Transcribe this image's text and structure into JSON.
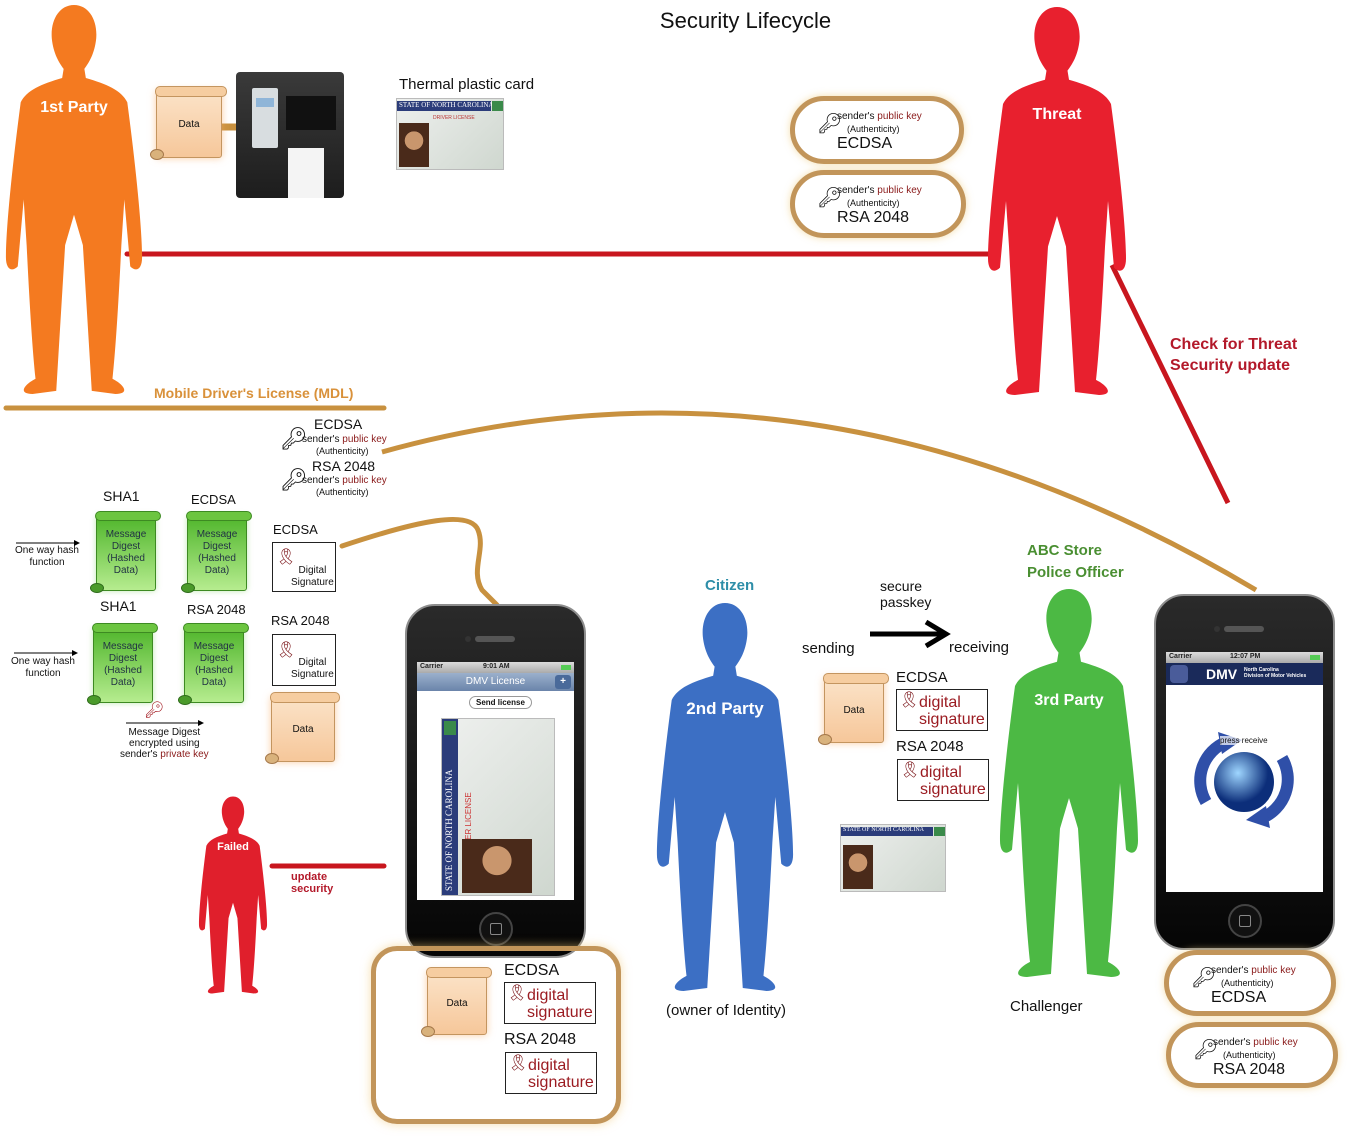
{
  "title": "Security Lifecycle",
  "colors": {
    "first_party": "#f47a20",
    "threat": "#e8202e",
    "citizen": "#3c6fc4",
    "third_party": "#4cb944",
    "connector": "#c8913f",
    "threat_line": "#c8161e"
  },
  "parties": {
    "first": {
      "label": "1st Party"
    },
    "threat": {
      "label": "Threat"
    },
    "second": {
      "label": "2nd Party",
      "role": "Citizen",
      "caption": "(owner of Identity)"
    },
    "third": {
      "label": "3rd Party",
      "role_line1": "ABC Store",
      "role_line2": "Police Officer",
      "caption": "Challenger"
    },
    "failed": {
      "label": "Failed"
    }
  },
  "printing": {
    "data_label": "Data",
    "card_label": "Thermal plastic card",
    "card_state": "STATE OF NORTH CAROLINA",
    "card_type": "DRIVER LICENSE"
  },
  "threat_keys": [
    {
      "line1_a": "sender's",
      "line1_b": "public key",
      "line2": "(Authenticity)",
      "algo": "ECDSA"
    },
    {
      "line1_a": "sender's",
      "line1_b": "public key",
      "line2": "(Authenticity)",
      "algo": "RSA 2048"
    }
  ],
  "threat_check": {
    "line1": "Check for Threat",
    "line2": "Security update"
  },
  "mdl": {
    "label": "Mobile Driver's License (MDL)"
  },
  "mdl_keys": [
    {
      "algo": "ECDSA",
      "line1_a": "sender's",
      "line1_b": "public key",
      "line2": "(Authenticity)"
    },
    {
      "algo": "RSA 2048",
      "line1_a": "sender's",
      "line1_b": "public key",
      "line2": "(Authenticity)"
    }
  ],
  "signing": {
    "rows": [
      {
        "hash_label": "SHA1",
        "algo_label": "ECDSA",
        "arrow_label_1": "One way hash",
        "arrow_label_2": "function",
        "digest": [
          "Message",
          "Digest",
          "(Hashed",
          "Data)"
        ],
        "sig_algo": "ECDSA",
        "sig_label_1": "Digital",
        "sig_label_2": "Signature"
      },
      {
        "hash_label": "SHA1",
        "algo_label": "RSA 2048",
        "arrow_label_1": "One way hash",
        "arrow_label_2": "function",
        "digest": [
          "Message",
          "Digest",
          "(Hashed",
          "Data)"
        ],
        "sig_algo": "RSA 2048",
        "sig_label_1": "Digital",
        "sig_label_2": "Signature"
      }
    ],
    "encrypt_note_1": "Message Digest",
    "encrypt_note_2": "encrypted using",
    "encrypt_note_3a": "sender's",
    "encrypt_note_3b": "private key",
    "data_label": "Data"
  },
  "phone_left": {
    "carrier": "Carrier",
    "time": "9:01 AM",
    "nav_title": "DMV License",
    "add_button": "+",
    "send_button": "Send license",
    "card_state": "STATE OF NORTH CAROLINA",
    "card_type": "DRIVER LICENSE"
  },
  "failed_update": {
    "line1": "update",
    "line2": "security"
  },
  "bundle_bottom": {
    "data_label": "Data",
    "sigs": [
      {
        "algo": "ECDSA",
        "line1": "digital",
        "line2": "signature"
      },
      {
        "algo": "RSA 2048",
        "line1": "digital",
        "line2": "signature"
      }
    ]
  },
  "transfer": {
    "passkey_1": "secure",
    "passkey_2": "passkey",
    "sending": "sending",
    "receiving": "receiving",
    "data_label": "Data",
    "sigs": [
      {
        "algo": "ECDSA",
        "line1": "digital",
        "line2": "signature"
      },
      {
        "algo": "RSA 2048",
        "line1": "digital",
        "line2": "signature"
      }
    ],
    "card_state": "STATE OF NORTH CAROLINA"
  },
  "phone_right": {
    "carrier": "Carrier",
    "time": "12:07 PM",
    "brand": "DMV",
    "brand_sub_1": "North Carolina",
    "brand_sub_2": "Division of Motor Vehicles",
    "receive_label": "press receive"
  },
  "receiver_keys": [
    {
      "line1_a": "sender's",
      "line1_b": "public key",
      "line2": "(Authenticity)",
      "algo": "ECDSA"
    },
    {
      "line1_a": "sender's",
      "line1_b": "public key",
      "line2": "(Authenticity)",
      "algo": "RSA 2048"
    }
  ]
}
